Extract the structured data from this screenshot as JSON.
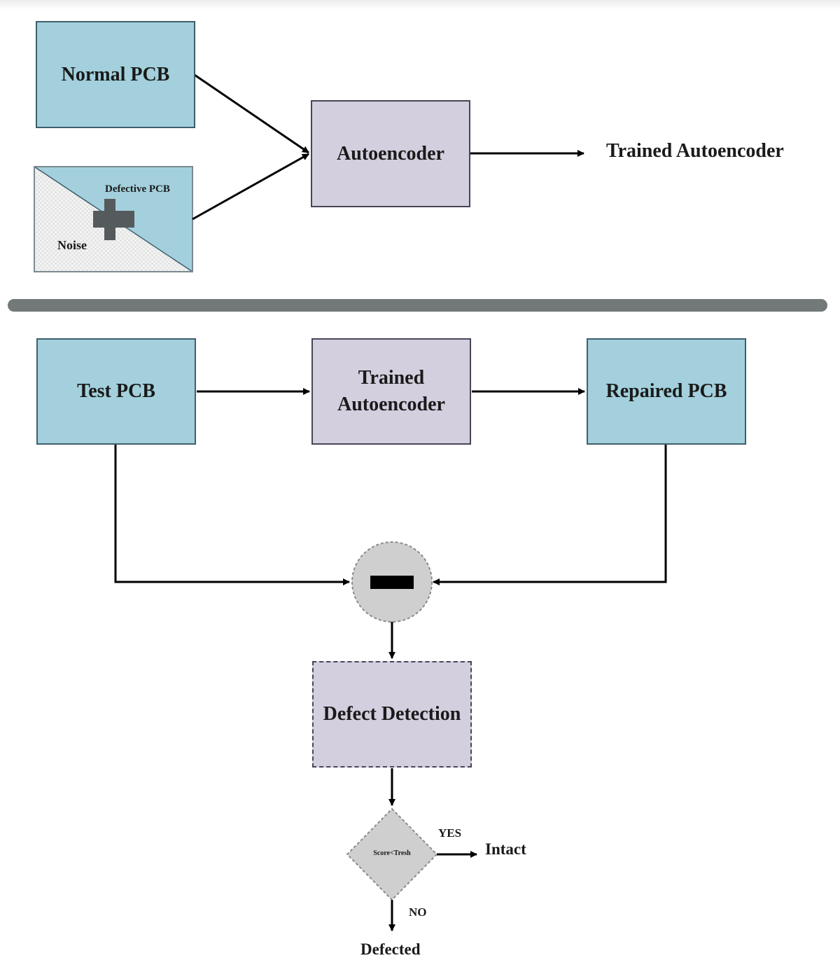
{
  "training": {
    "normal_pcb": "Normal PCB",
    "defective_pcb": "Defective PCB",
    "noise": "Noise",
    "autoencoder": "Autoencoder",
    "trained_autoencoder_output": "Trained Autoencoder"
  },
  "testing": {
    "test_pcb": "Test PCB",
    "trained_autoencoder_line1": "Trained",
    "trained_autoencoder_line2": "Autoencoder",
    "repaired_pcb": "Repaired PCB",
    "defect_detection": "Defect Detection",
    "decision": "Score<Tresh",
    "yes": "YES",
    "no": "NO",
    "intact": "Intact",
    "defected": "Defected"
  },
  "icons": {
    "combine": "plus-icon",
    "subtract": "minus-icon"
  },
  "colors": {
    "pcb_box": "#a3d0dc",
    "model_box": "#d4cfdf",
    "separator": "#737878",
    "node_gray": "#cfcfcf"
  }
}
